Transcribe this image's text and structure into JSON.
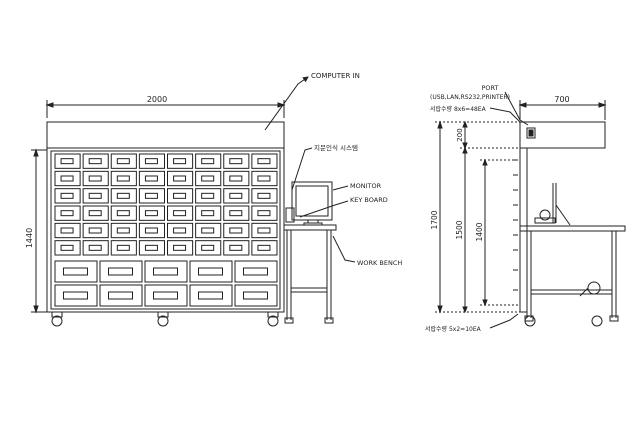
{
  "front_view": {
    "dim_width": "2000",
    "dim_height": "1440",
    "label_computer_in": "COMPUTER IN",
    "label_recognition_system": "지문인식 시스템",
    "label_monitor": "MONITOR",
    "label_keyboard": "KEY BOARD",
    "label_work_bench": "WORK BENCH"
  },
  "side_view": {
    "label_port": "PORT",
    "label_port_detail": "(USB,LAN,RS232,PRINTER)",
    "label_small_drawers": "서랍수량 8x6=48EA",
    "label_large_drawers": "서랍수량 5x2=10EA",
    "dim_depth": "700",
    "dim_top": "200",
    "dim_total": "1700",
    "dim_1500": "1500",
    "dim_1400": "1400"
  },
  "grid": {
    "small_cols": 8,
    "small_rows": 6,
    "large_cols": 5,
    "large_rows": 2
  }
}
